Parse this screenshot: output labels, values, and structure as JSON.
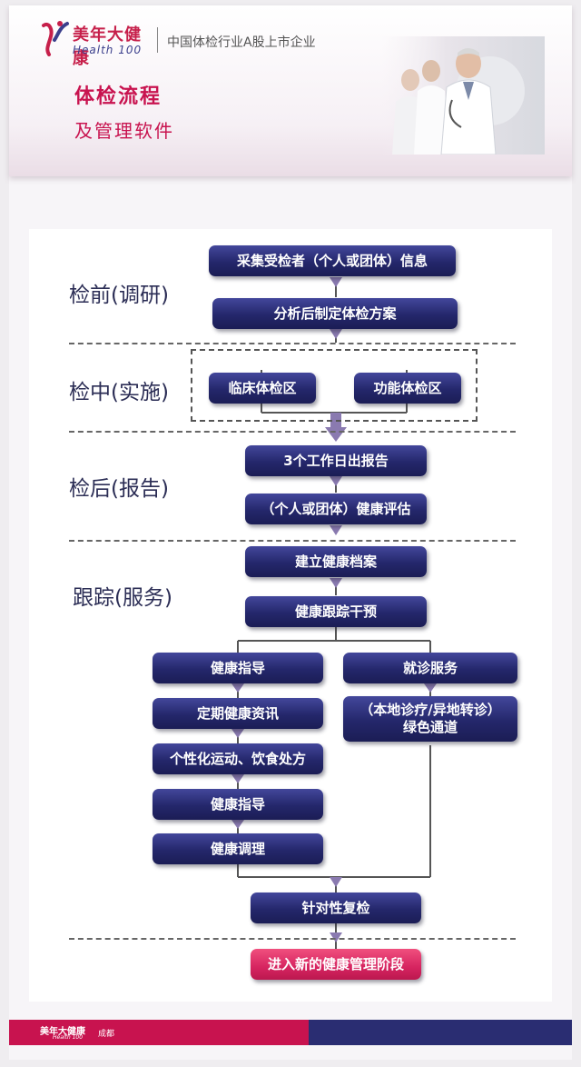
{
  "brand": {
    "name_cn": "美年大健康",
    "name_en": "Health 100",
    "tagline": "中国体检行业A股上市企业",
    "footer_city": "成都"
  },
  "title": {
    "line1": "体检流程",
    "line2": "及管理软件"
  },
  "stages": [
    {
      "label": "检前(调研)"
    },
    {
      "label": "检中(实施)"
    },
    {
      "label": "检后(报告)"
    },
    {
      "label": "跟踪(服务)"
    }
  ],
  "steps": {
    "collect_info": "采集受检者（个人或团体）信息",
    "make_plan": "分析后制定体检方案",
    "clinical_area": "临床体检区",
    "function_area": "功能体检区",
    "report_3days": "3个工作日出报告",
    "health_eval": "（个人或团体）健康评估",
    "build_record": "建立健康档案",
    "track_intervene": "健康跟踪干预",
    "guidance_1": "健康指导",
    "periodic_info": "定期健康资讯",
    "exercise_diet": "个性化运动、饮食处方",
    "guidance_2": "健康指导",
    "conditioning": "健康调理",
    "medical_service": "就诊服务",
    "green_channel_line1": "（本地诊疗/异地转诊）",
    "green_channel_line2": "绿色通道",
    "targeted_recheck": "针对性复检",
    "new_stage": "进入新的健康管理阶段"
  },
  "colors": {
    "brand_pink": "#c8134f",
    "navy_box": "#24276b",
    "arrow": "#8a7ab0"
  }
}
